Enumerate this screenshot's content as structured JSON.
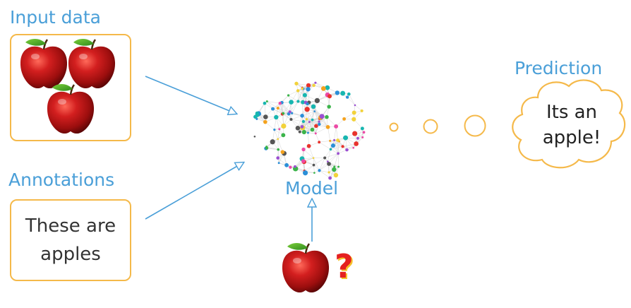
{
  "labels": {
    "input_data": "Input data",
    "annotations": "Annotations",
    "model": "Model",
    "prediction": "Prediction"
  },
  "annotation_box": {
    "line1": "These are",
    "line2": "apples"
  },
  "prediction_cloud": {
    "line1": "Its an",
    "line2": "apple!"
  },
  "query": {
    "mark": "?"
  },
  "colors": {
    "accent_blue": "#4a9fd8",
    "box_border": "#f5b94a",
    "apple_red": "#c41616",
    "question_red": "#e52020"
  },
  "icons": [
    "apple-icon",
    "brain-network-icon",
    "question-mark-icon",
    "thought-bubble-icon"
  ]
}
